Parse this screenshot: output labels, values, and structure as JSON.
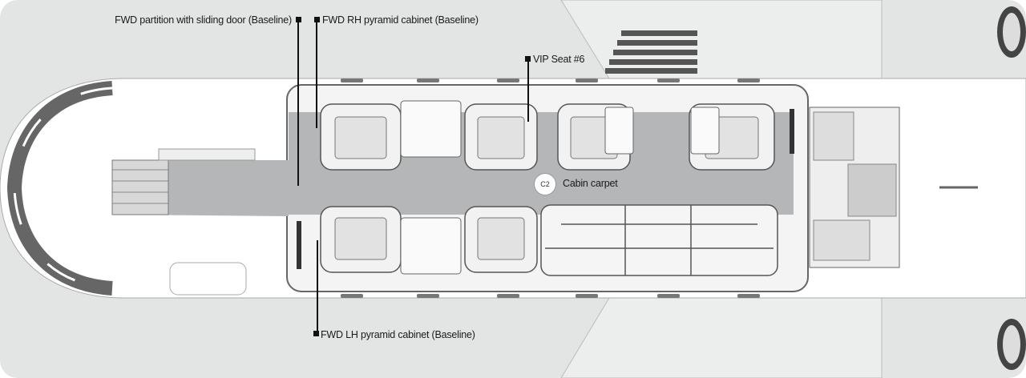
{
  "callouts": {
    "partition": "FWD partition with sliding door (Baseline)",
    "rh_cabinet": "FWD RH pyramid cabinet (Baseline)",
    "vip_seat": "VIP Seat #6",
    "lh_cabinet": "FWD LH pyramid cabinet (Baseline)",
    "carpet_code": "C2",
    "carpet_label": "Cabin carpet"
  },
  "colors": {
    "background": "#e3e5e4",
    "fuselage": "#ffffff",
    "carpet": "#b4b6b7",
    "outline": "#555555"
  }
}
